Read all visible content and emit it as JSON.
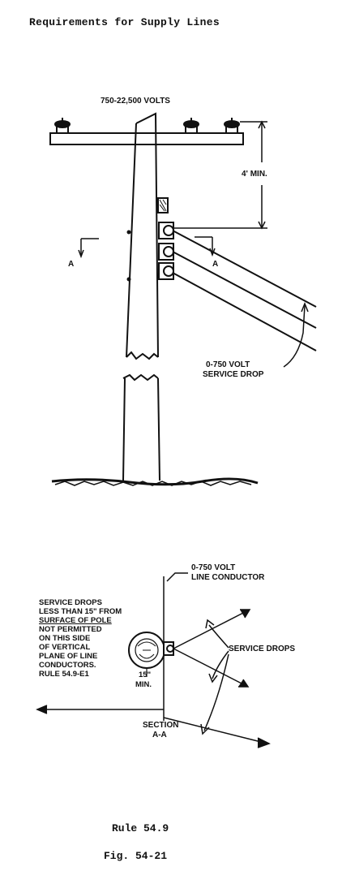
{
  "page": {
    "header": "Requirements for Supply Lines"
  },
  "top_diagram": {
    "voltage_label": "750-22,500 VOLTS",
    "clearance_label": "4' MIN.",
    "section_marker_left": "A",
    "section_marker_right": "A",
    "service_drop_label_line1": "0-750 VOLT",
    "service_drop_label_line2": "SERVICE DROP"
  },
  "section_diagram": {
    "conductor_label_line1": "0-750 VOLT",
    "conductor_label_line2": "LINE CONDUCTOR",
    "note_lines": [
      "SERVICE DROPS",
      "LESS THAN 15\" FROM",
      "SURFACE OF POLE",
      "NOT PERMITTED",
      "ON THIS SIDE",
      "OF VERTICAL",
      "PLANE OF LINE",
      "CONDUCTORS.",
      "RULE 54.9-E1"
    ],
    "clearance_line1": "15\"",
    "clearance_line2": "MIN.",
    "service_drops_label": "SERVICE DROPS",
    "section_label_line1": "SECTION",
    "section_label_line2": "A-A"
  },
  "captions": {
    "rule": "Rule 54.9",
    "figure": "Fig. 54-21"
  },
  "colors": {
    "ink": "#111111",
    "background": "#ffffff"
  }
}
